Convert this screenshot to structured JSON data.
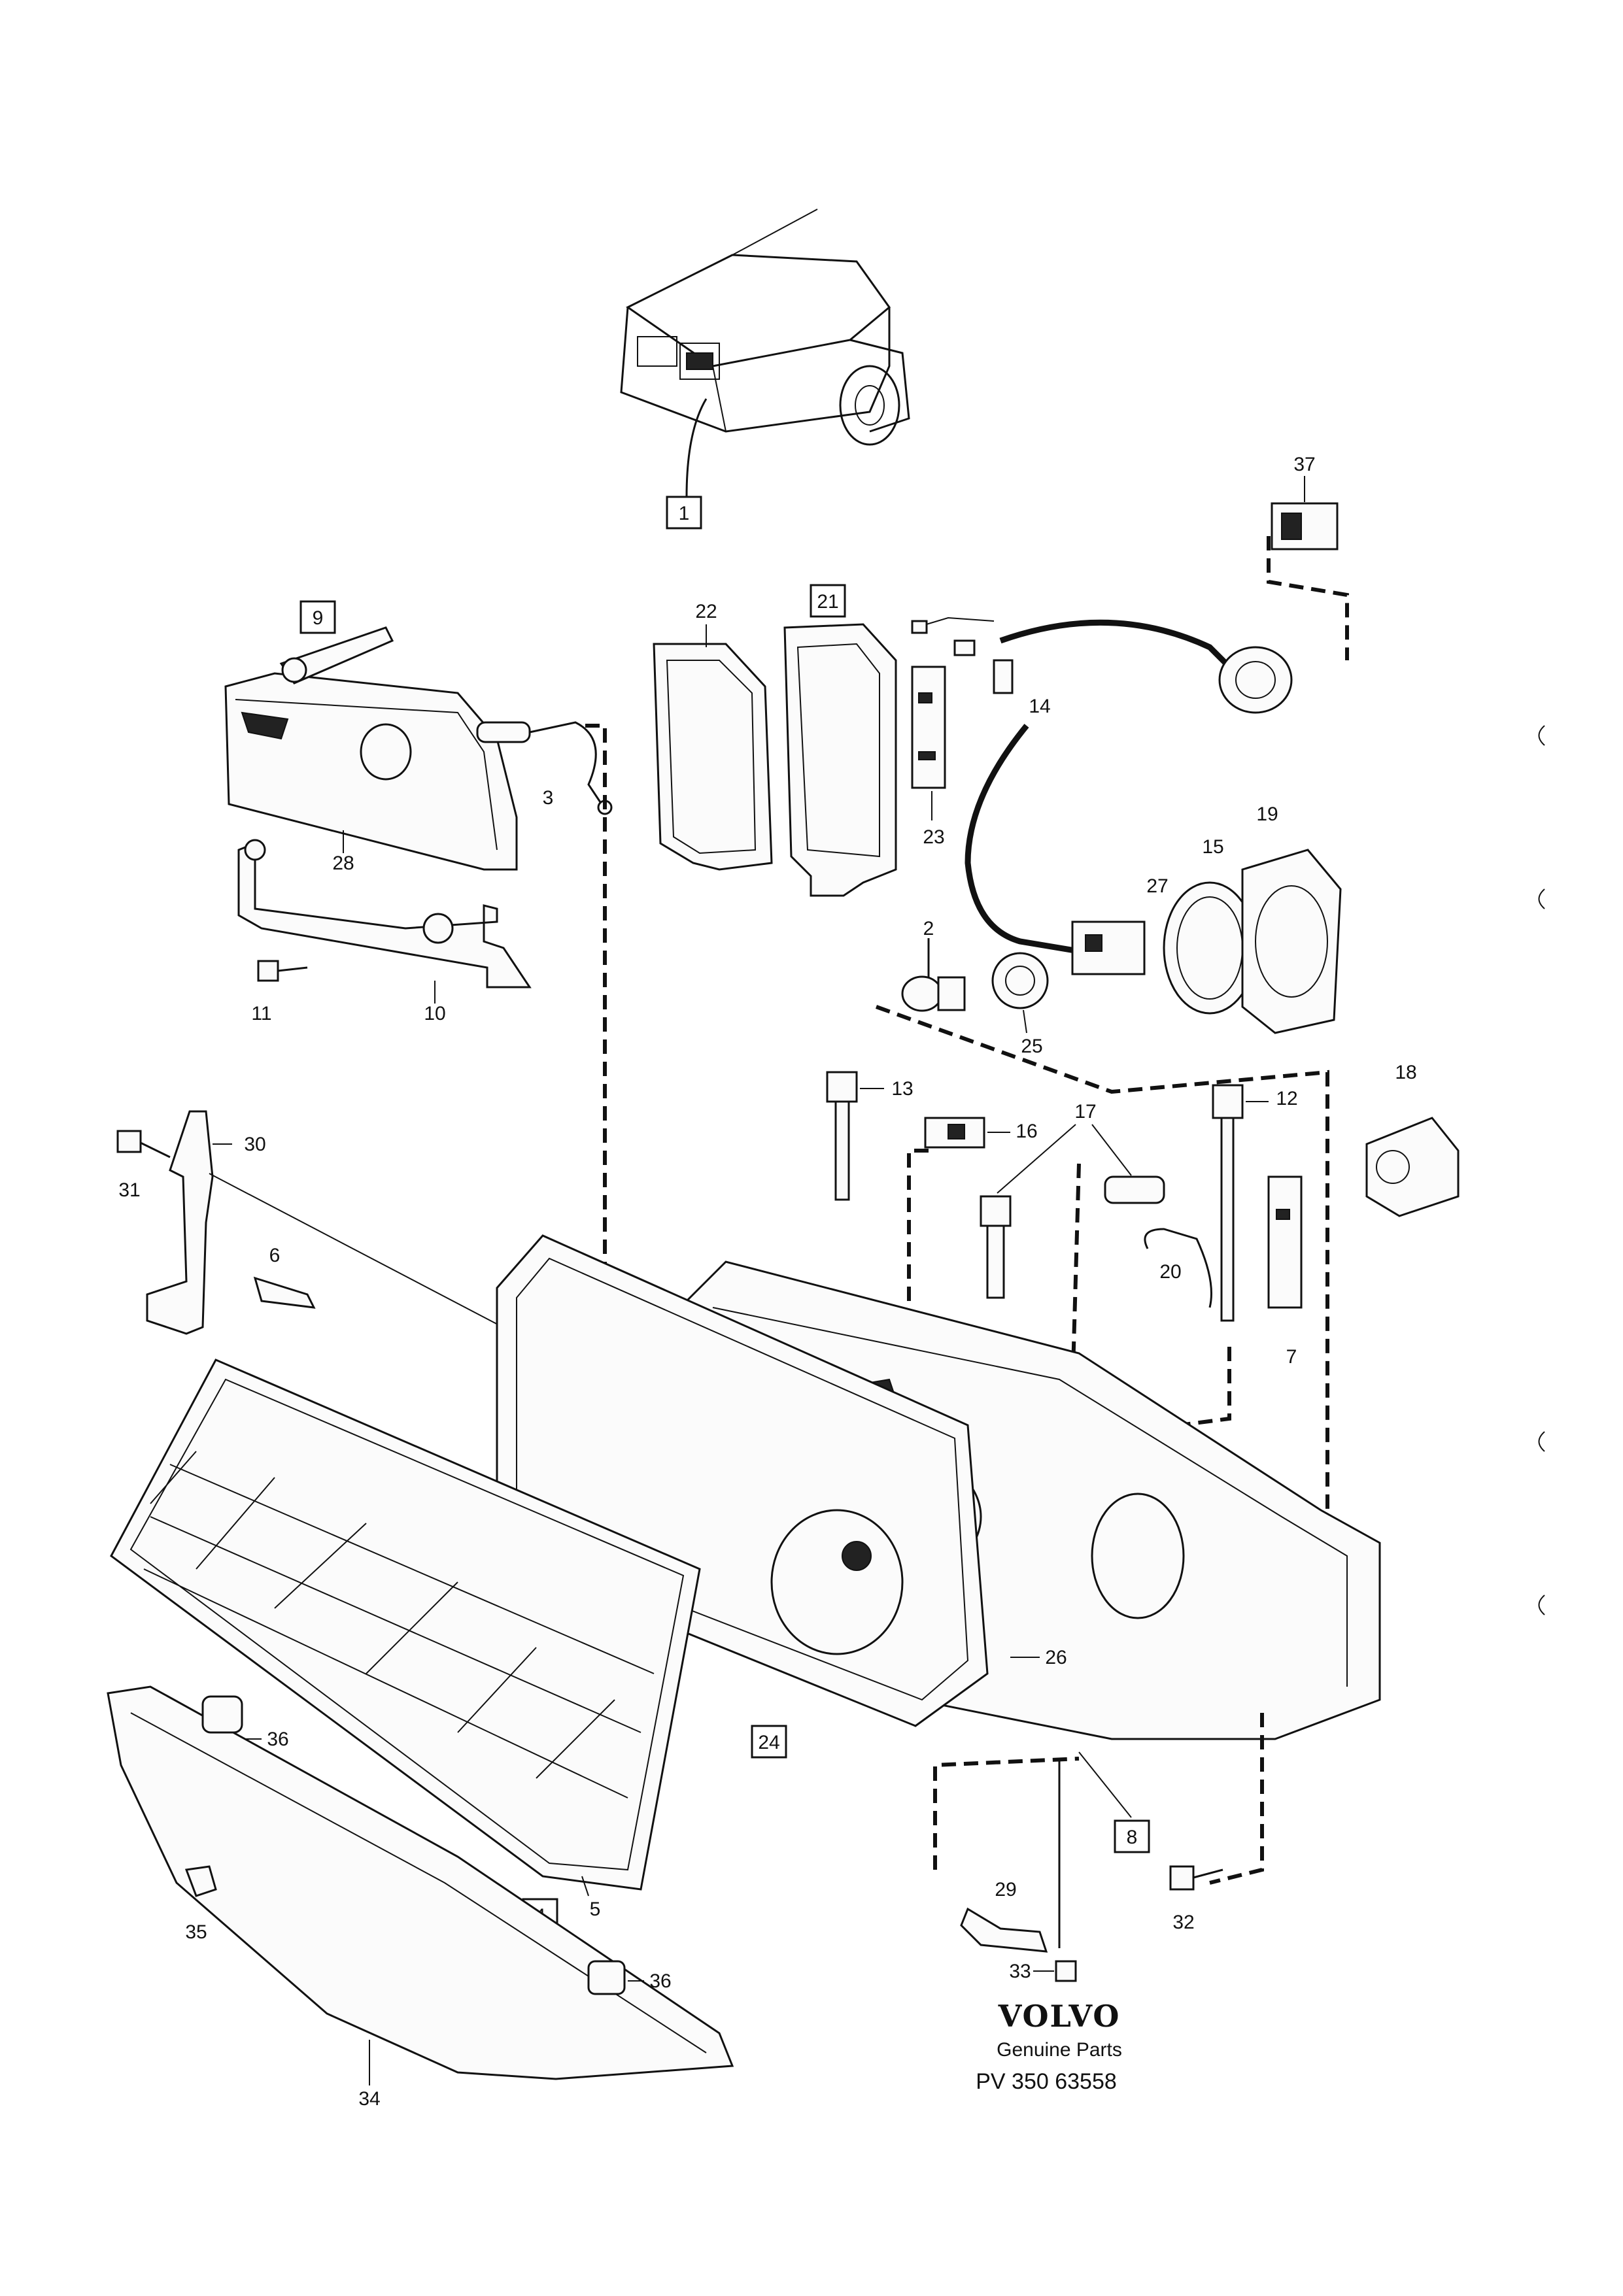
{
  "parts": {
    "p1": "1",
    "p2": "2",
    "p3": "3",
    "p4": "4",
    "p5": "5",
    "p6": "6",
    "p7": "7",
    "p8": "8",
    "p9": "9",
    "p10": "10",
    "p11": "11",
    "p12": "12",
    "p13": "13",
    "p14": "14",
    "p15": "15",
    "p16": "16",
    "p17": "17",
    "p18": "18",
    "p19": "19",
    "p20": "20",
    "p21": "21",
    "p22": "22",
    "p23": "23",
    "p24": "24",
    "p25": "25",
    "p26": "26",
    "p27": "27",
    "p28": "28",
    "p29": "29",
    "p30": "30",
    "p31": "31",
    "p32": "32",
    "p33": "33",
    "p34": "34",
    "p35": "35",
    "p36a": "36",
    "p36b": "36",
    "p37": "37"
  },
  "footer": {
    "brand": "VOLVO",
    "subtitle": "Genuine Parts",
    "reference": "PV 350 63558"
  }
}
